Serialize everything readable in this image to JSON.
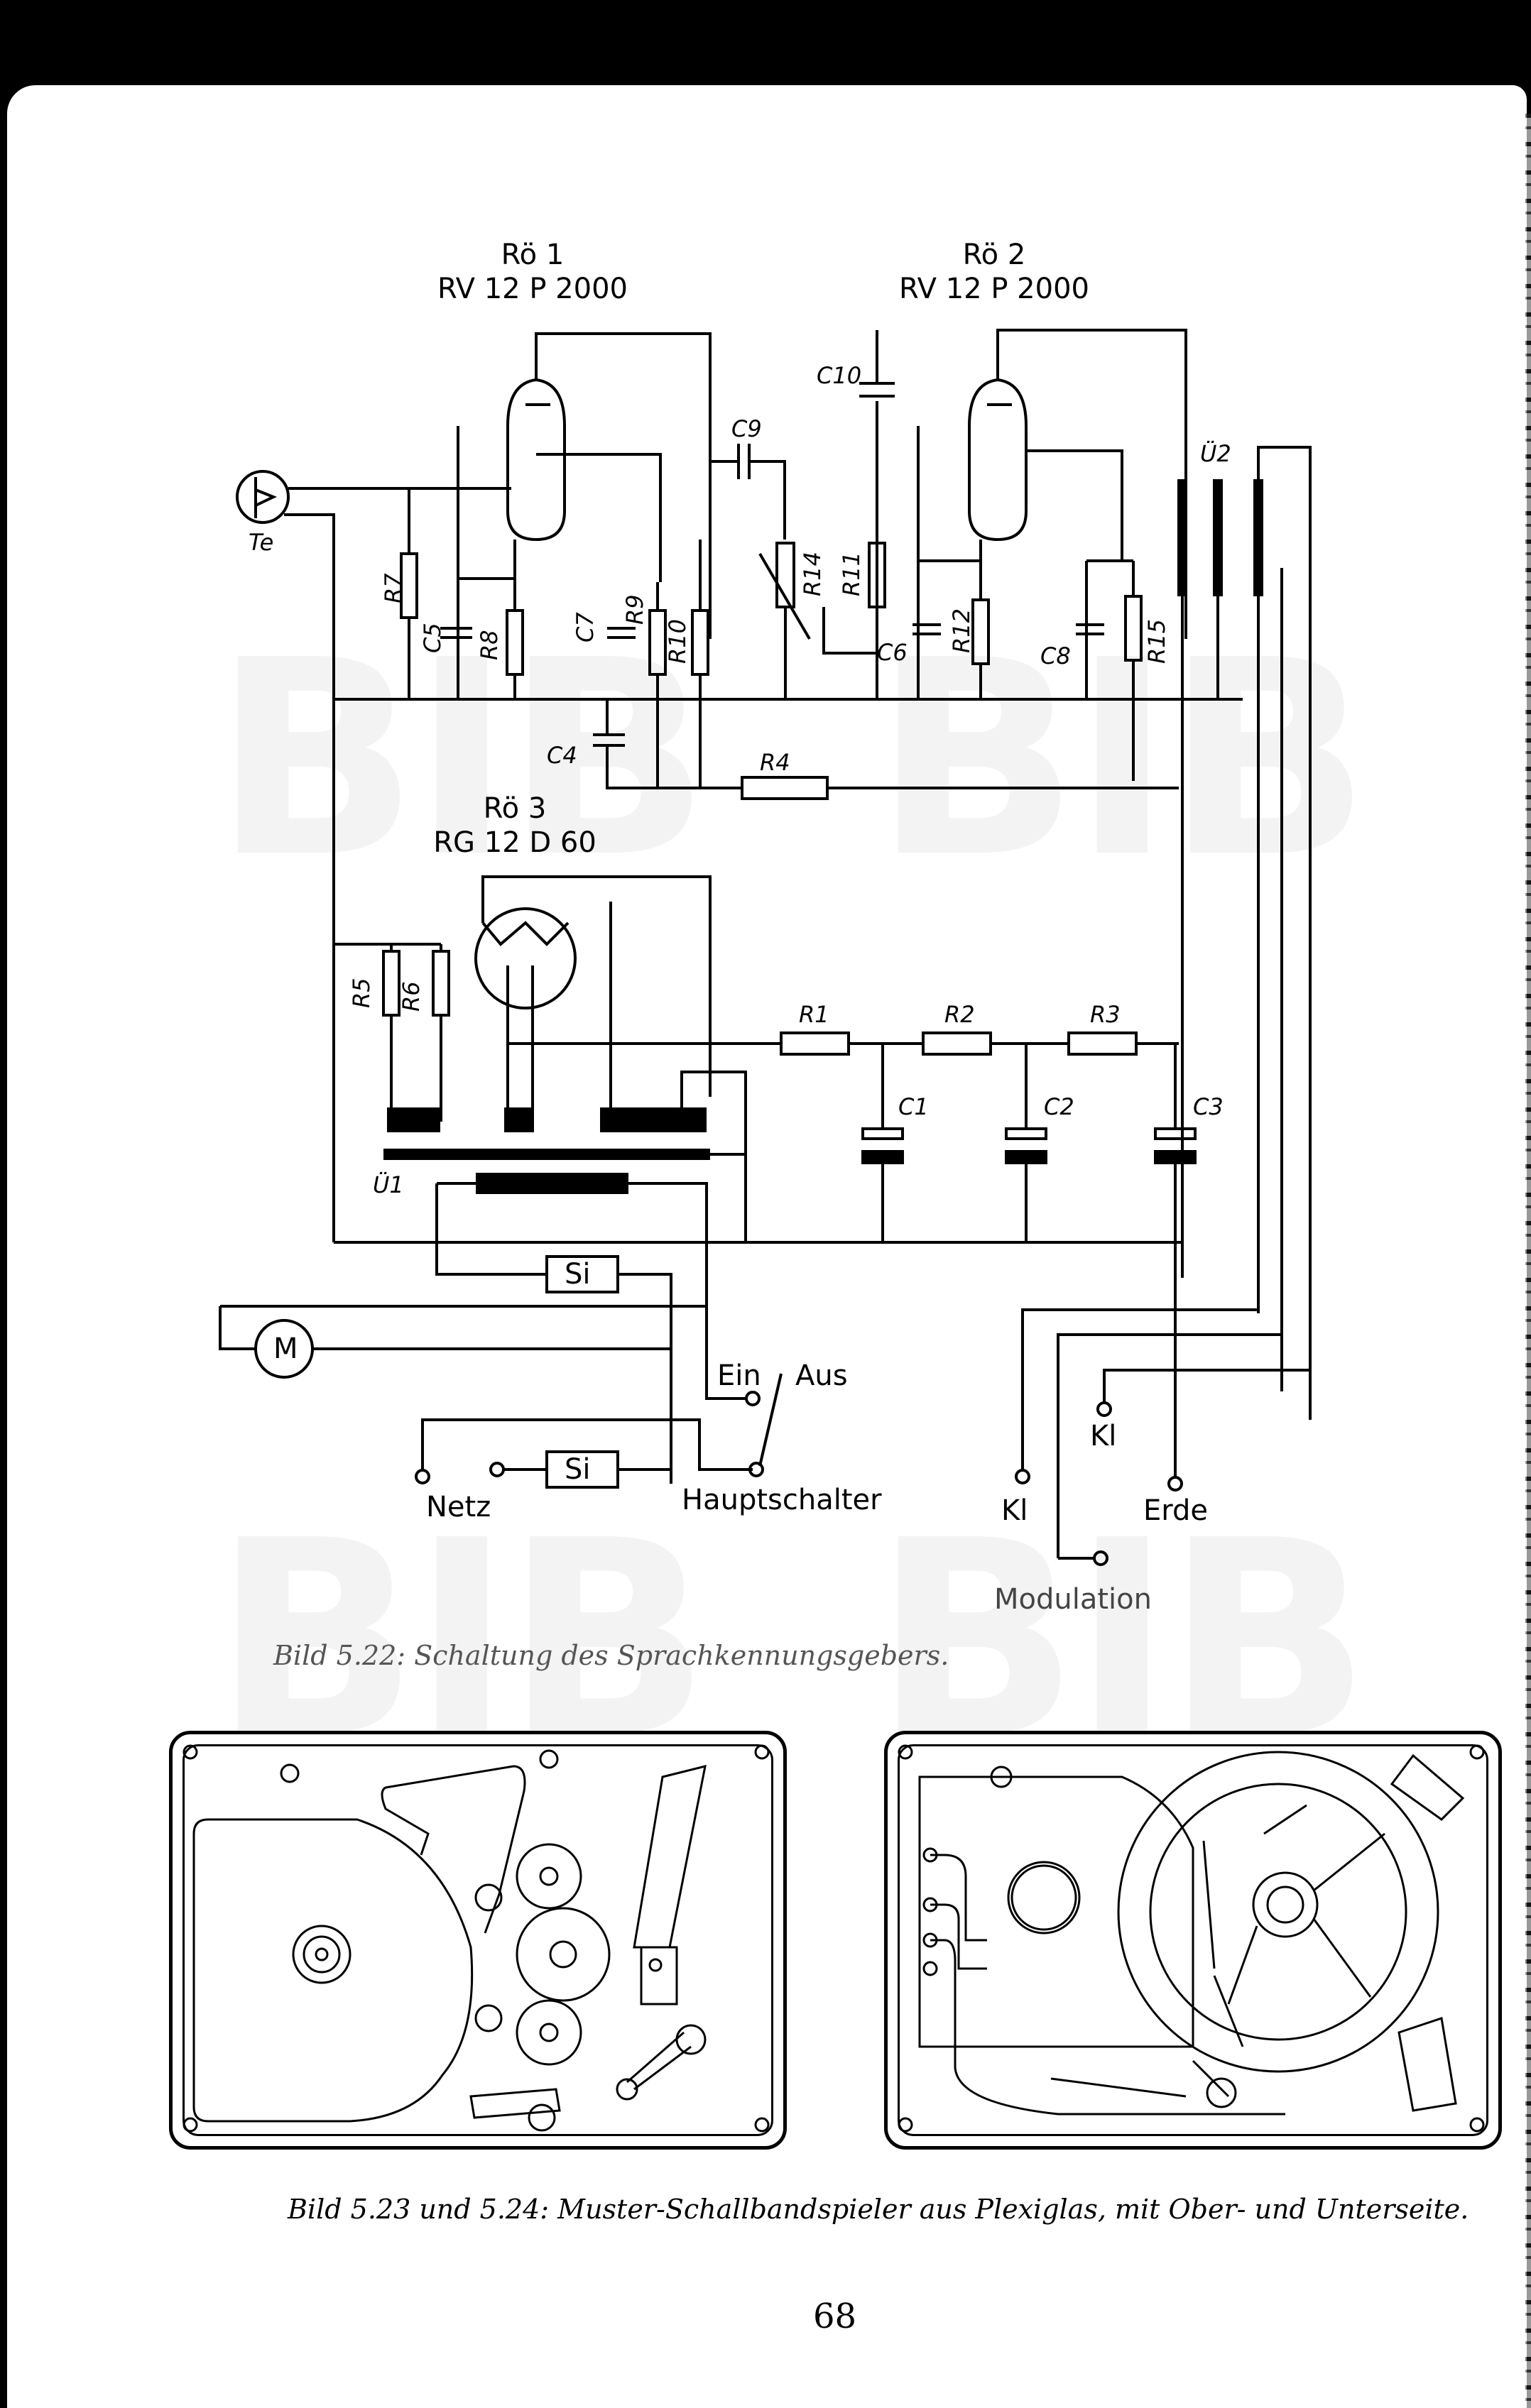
{
  "schematic": {
    "tubes": [
      {
        "id": "roe1",
        "name": "Rö 1",
        "type": "RV 12 P 2000"
      },
      {
        "id": "roe2",
        "name": "Rö 2",
        "type": "RV 12 P 2000"
      },
      {
        "id": "roe3",
        "name": "Rö 3",
        "type": "RG 12 D 60"
      }
    ],
    "components": {
      "te": "Te",
      "r1": "R1",
      "r2": "R2",
      "r3": "R3",
      "r4": "R4",
      "r5": "R5",
      "r6": "R6",
      "r7": "R7",
      "r8": "R8",
      "r9": "R9",
      "r10": "R10",
      "r11": "R11",
      "r12": "R12",
      "r14": "R14",
      "r15": "R15",
      "c1": "C1",
      "c2": "C2",
      "c3": "C3",
      "c4": "C4",
      "c5": "C5",
      "c6": "C6",
      "c7": "C7",
      "c8": "C8",
      "c9": "C9",
      "c10": "C10",
      "u1": "Ü1",
      "u2": "Ü2",
      "fuse1": "Si",
      "fuse2": "Si",
      "motor": "M"
    },
    "terminals": {
      "ein": "Ein",
      "aus": "Aus",
      "netz": "Netz",
      "hauptschalter": "Hauptschalter",
      "kl1": "Kl",
      "kl2": "Kl",
      "erde": "Erde",
      "modulation": "Modulation"
    }
  },
  "captions": {
    "fig_522": "Bild 5.22: Schaltung des Sprachkennungsgebers.",
    "fig_523_524": "Bild 5.23 und 5.24: Muster-Schallbandspieler aus Plexiglas, mit Ober- und Unterseite."
  },
  "watermark": "BIB",
  "page_number": "68"
}
